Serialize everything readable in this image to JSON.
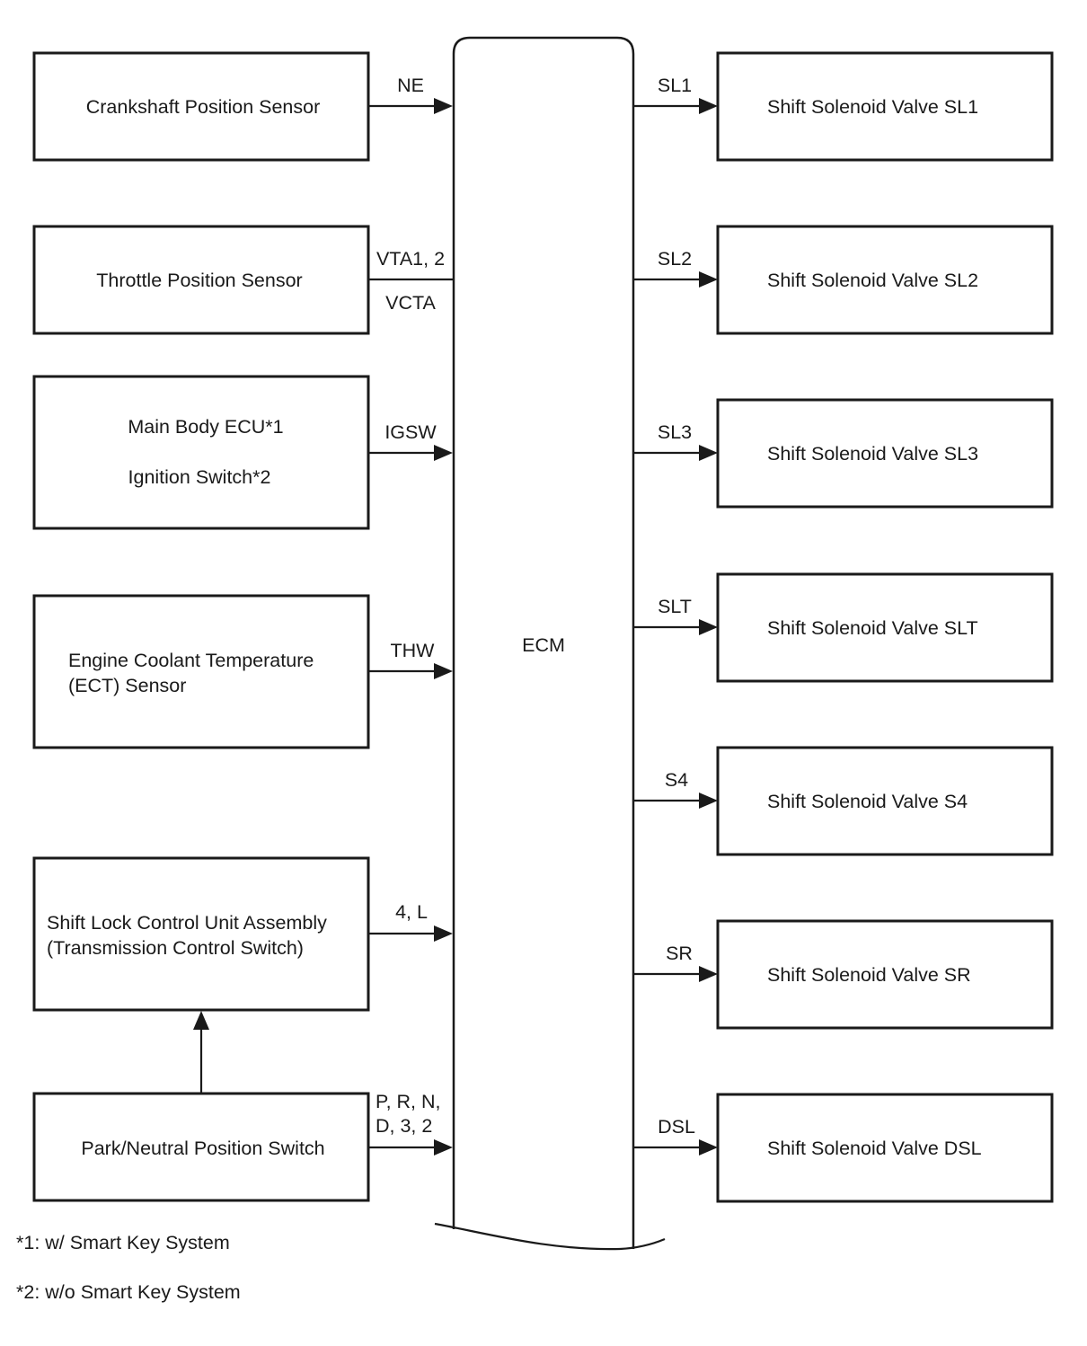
{
  "ecm": {
    "label": "ECM"
  },
  "inputs": [
    {
      "box_lines": [
        "Crankshaft Position Sensor"
      ],
      "signal_lines": [
        "NE"
      ]
    },
    {
      "box_lines": [
        "Throttle Position Sensor"
      ],
      "signal_lines": [
        "VTA1, 2",
        "VCTA"
      ]
    },
    {
      "box_lines": [
        "Main Body ECU*1",
        "Ignition Switch*2"
      ],
      "signal_lines": [
        "IGSW"
      ]
    },
    {
      "box_lines": [
        "Engine Coolant Temperature",
        "(ECT) Sensor"
      ],
      "signal_lines": [
        "THW"
      ]
    },
    {
      "box_lines": [
        "Shift Lock Control Unit Assembly",
        "(Transmission Control Switch)"
      ],
      "signal_lines": [
        "4, L"
      ]
    },
    {
      "box_lines": [
        "Park/Neutral Position Switch"
      ],
      "signal_lines": [
        "P, R, N,",
        "D, 3, 2"
      ]
    }
  ],
  "outputs": [
    {
      "signal": "SL1",
      "box_label": "Shift Solenoid Valve SL1"
    },
    {
      "signal": "SL2",
      "box_label": "Shift Solenoid Valve SL2"
    },
    {
      "signal": "SL3",
      "box_label": "Shift Solenoid Valve SL3"
    },
    {
      "signal": "SLT",
      "box_label": "Shift Solenoid Valve SLT"
    },
    {
      "signal": "S4",
      "box_label": "Shift Solenoid Valve S4"
    },
    {
      "signal": "SR",
      "box_label": "Shift Solenoid Valve SR"
    },
    {
      "signal": "DSL",
      "box_label": "Shift Solenoid Valve DSL"
    }
  ],
  "notes": [
    "*1: w/ Smart Key System",
    "*2: w/o Smart Key System"
  ]
}
